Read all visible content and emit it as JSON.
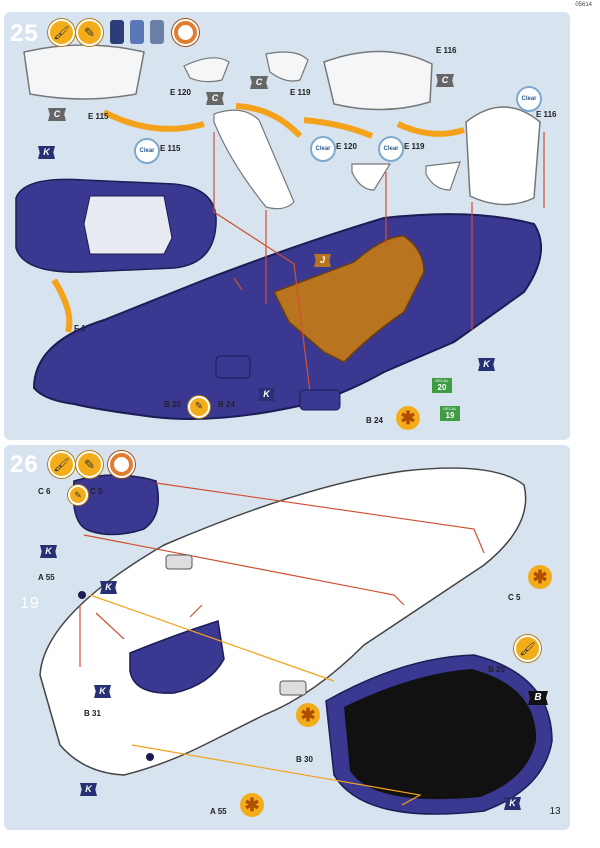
{
  "header": {
    "code": "05614"
  },
  "page_number": "13",
  "step25": {
    "number": "25",
    "icons": [
      "brush-icon",
      "glue-icon",
      "paint-jar-icon",
      "decal-icon",
      "clock-icon"
    ],
    "callouts": {
      "e115_top": "E 115",
      "e120_top": "E 120",
      "e119_top": "E 119",
      "e116_top": "E 116",
      "e115_mid": "E 115",
      "e120_mid": "E 120",
      "e119_mid": "E 119",
      "e116_mid": "E 116",
      "f1": "F 1",
      "b25": "B 25",
      "b24a": "B 24",
      "b24b": "B 24"
    },
    "clear_label": "Clear",
    "flags": {
      "c": "C",
      "k": "K",
      "j": "J"
    },
    "decals": [
      {
        "type": "DECAL",
        "num": "20"
      },
      {
        "type": "DECAL",
        "num": "19"
      }
    ]
  },
  "step26": {
    "number": "26",
    "icons": [
      "brush-icon",
      "glue-icon",
      "clock-icon"
    ],
    "callouts": {
      "c6": "C 6",
      "c5a": "C 5",
      "c5b": "C 5",
      "a55a": "A 55",
      "a55b": "A 55",
      "b31": "B 31",
      "b30": "B 30",
      "b20": "B 20"
    },
    "ghost_label": "19",
    "flags": {
      "k": "K",
      "b": "B"
    }
  },
  "colors": {
    "panel": "#d7e3ef",
    "body_blue": "#3a3891",
    "tan": "#b8741f",
    "arrow_orange": "#f4a21c",
    "arrow_red": "#d05030"
  }
}
